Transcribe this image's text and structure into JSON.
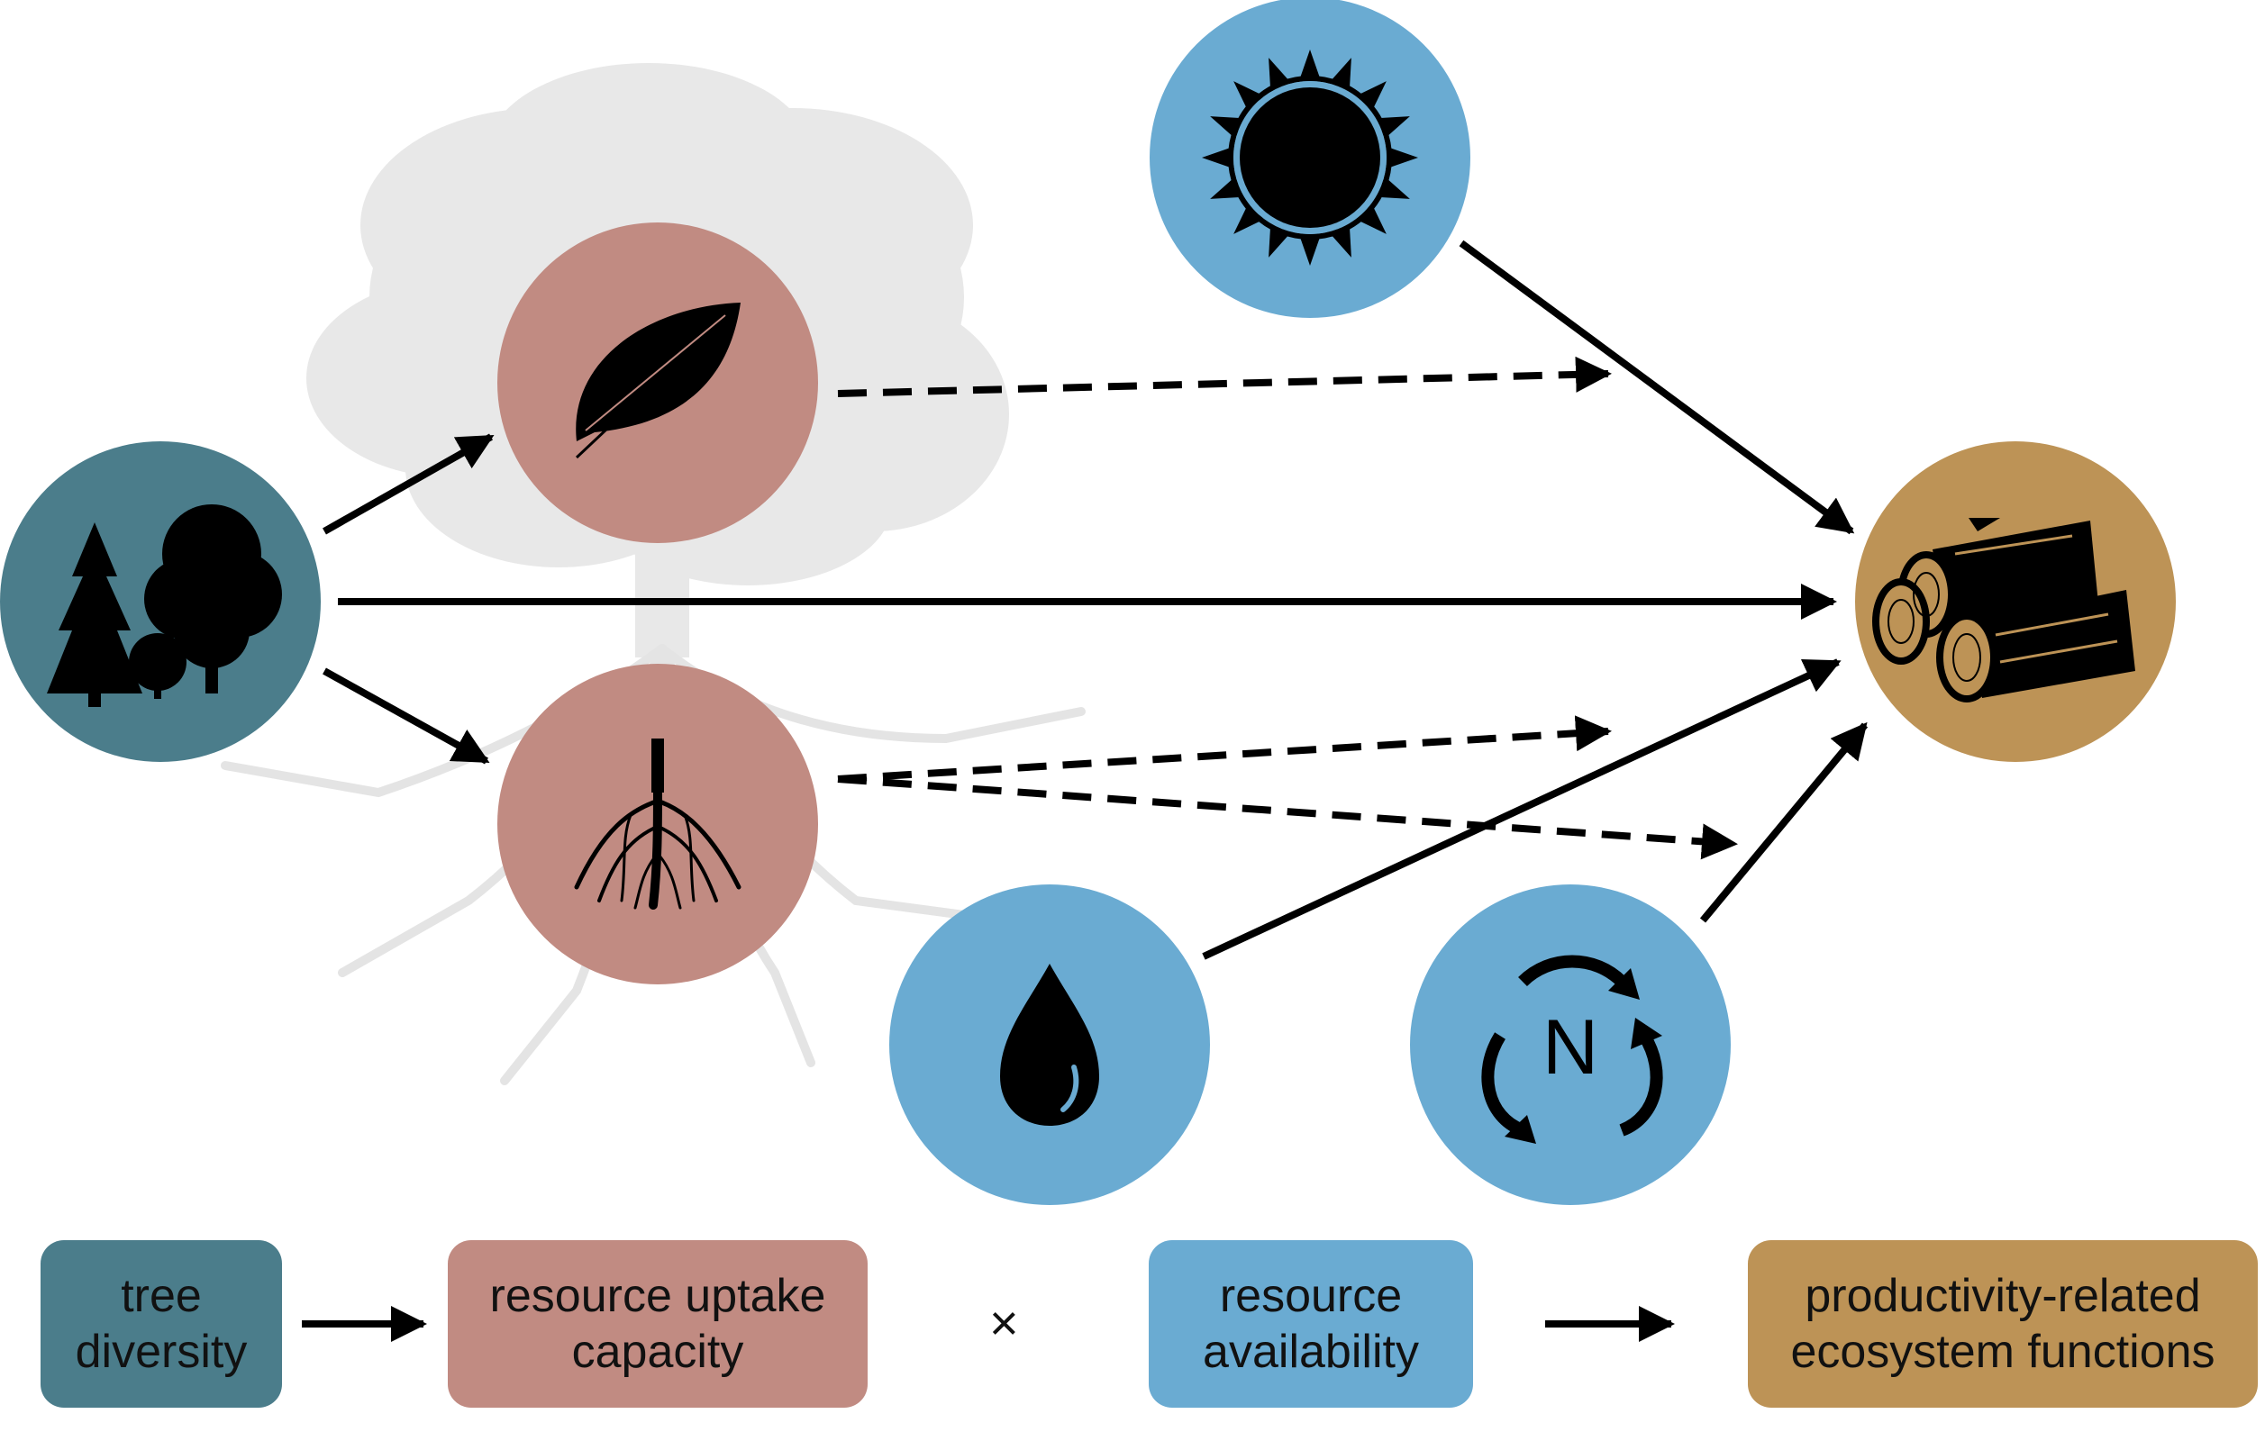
{
  "colors": {
    "tree_diversity": "#4b7d8b",
    "uptake_capacity": "#c18b82",
    "resource_availability": "#6aabd2",
    "ecosystem_functions": "#bd9356",
    "background_tree": "#e6e6e6",
    "arrow": "#000000"
  },
  "nodes": {
    "trees": {
      "icon": "trees-icon"
    },
    "leaf": {
      "icon": "leaf-icon"
    },
    "root": {
      "icon": "root-icon"
    },
    "sun": {
      "icon": "sun-icon"
    },
    "water": {
      "icon": "water-drop-icon"
    },
    "nitrogen": {
      "icon": "nitrogen-cycle-icon",
      "label": "N"
    },
    "logs": {
      "icon": "logs-icon"
    }
  },
  "legend": {
    "tree_diversity": "tree\ndiversity",
    "uptake_capacity": "resource uptake\ncapacity",
    "operator": "×",
    "resource_availability": "resource\navailability",
    "ecosystem_functions": "productivity-related\necosystem functions"
  }
}
